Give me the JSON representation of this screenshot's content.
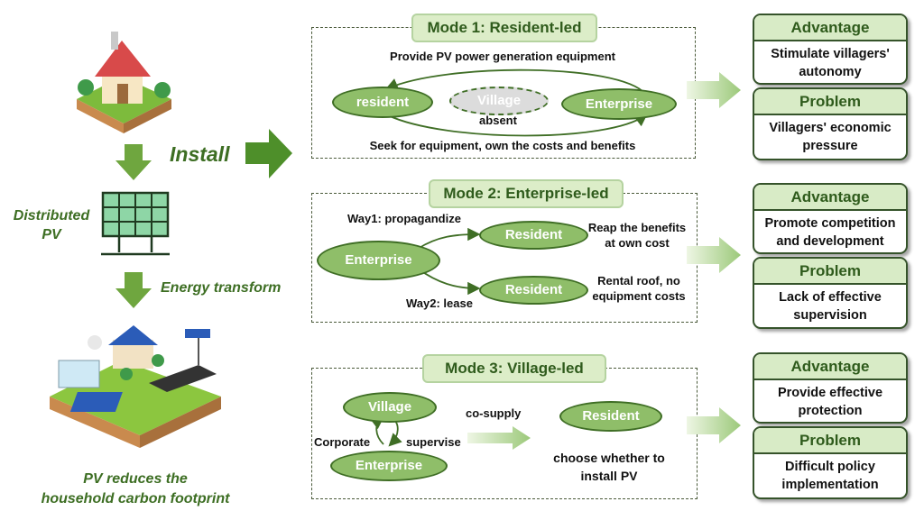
{
  "left": {
    "install": "Install",
    "distributed_pv": "Distributed\nPV",
    "energy_transform": "Energy transform",
    "caption": "PV reduces the\nhousehold carbon footprint"
  },
  "mode1": {
    "title": "Mode 1: Resident-led",
    "top_label": "Provide PV power generation equipment",
    "bottom_label": "Seek for equipment, own the costs and benefits",
    "resident": "resident",
    "village": "Village",
    "absent": "absent",
    "enterprise": "Enterprise"
  },
  "mode2": {
    "title": "Mode 2: Enterprise-led",
    "enterprise": "Enterprise",
    "way1": "Way1: propagandize",
    "way2": "Way2: lease",
    "resident1": "Resident",
    "resident2": "Resident",
    "benefit1": "Reap the benefits\nat own cost",
    "benefit2": "Rental roof, no\nequipment costs"
  },
  "mode3": {
    "title": "Mode 3: Village-led",
    "village": "Village",
    "enterprise": "Enterprise",
    "corporate": "Corporate",
    "supervise": "supervise",
    "co_supply": "co-supply",
    "resident": "Resident",
    "choose": "choose whether to\ninstall PV"
  },
  "cards": [
    {
      "head": "Advantage",
      "body": "Stimulate villagers'\nautonomy"
    },
    {
      "head": "Problem",
      "body": "Villagers' economic\npressure"
    },
    {
      "head": "Advantage",
      "body": "Promote competition\nand development"
    },
    {
      "head": "Problem",
      "body": "Lack of effective\nsupervision"
    },
    {
      "head": "Advantage",
      "body": "Provide effective\nprotection"
    },
    {
      "head": "Problem",
      "body": "Difficult policy\nimplementation"
    }
  ],
  "colors": {
    "accent_green": "#8fbe69",
    "dark_green": "#3f6e25",
    "title_bg": "#dcedc8"
  }
}
